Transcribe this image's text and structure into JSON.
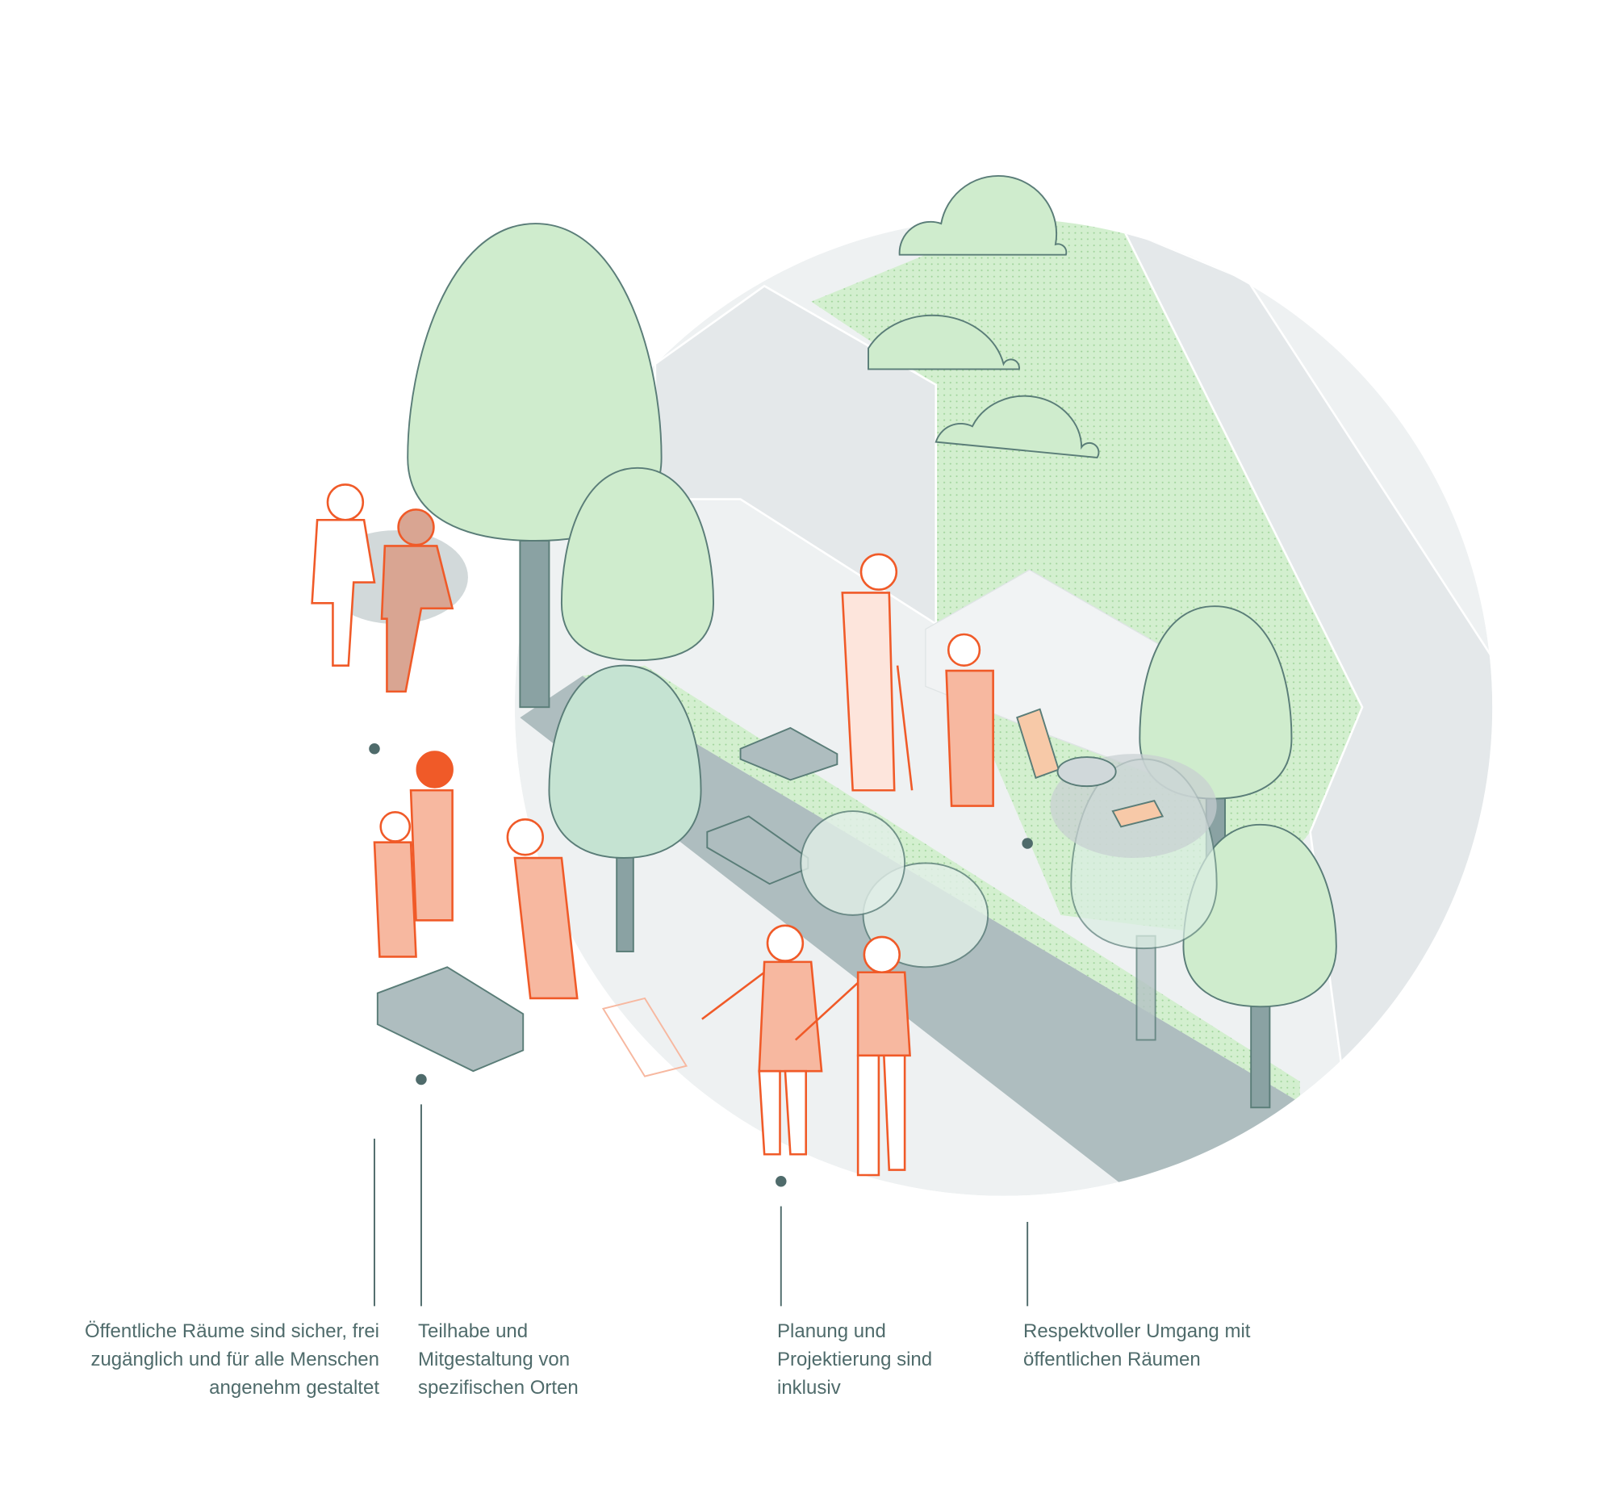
{
  "colors": {
    "accent": "#f05a28",
    "person_fill": "#f7b8a0",
    "tree": "#cfeccd",
    "tree_stroke": "#5a7d78",
    "building": "#e4e8ea",
    "road": "#aebdbf",
    "marker": "#4f6b6b",
    "text": "#4f6b6b"
  },
  "captions": [
    {
      "lines": [
        "Öffentliche Räume sind sicher, frei",
        "zugänglich und für alle Menschen",
        "angenehm gestaltet"
      ]
    },
    {
      "lines": [
        "Teilhabe und",
        "Mitgestaltung von",
        "spezifischen Orten"
      ]
    },
    {
      "lines": [
        "Planung und",
        "Projektierung sind",
        "inklusiv"
      ]
    },
    {
      "lines": [
        "Respektvoller Umgang mit",
        "öffentlichen Räumen"
      ]
    }
  ]
}
